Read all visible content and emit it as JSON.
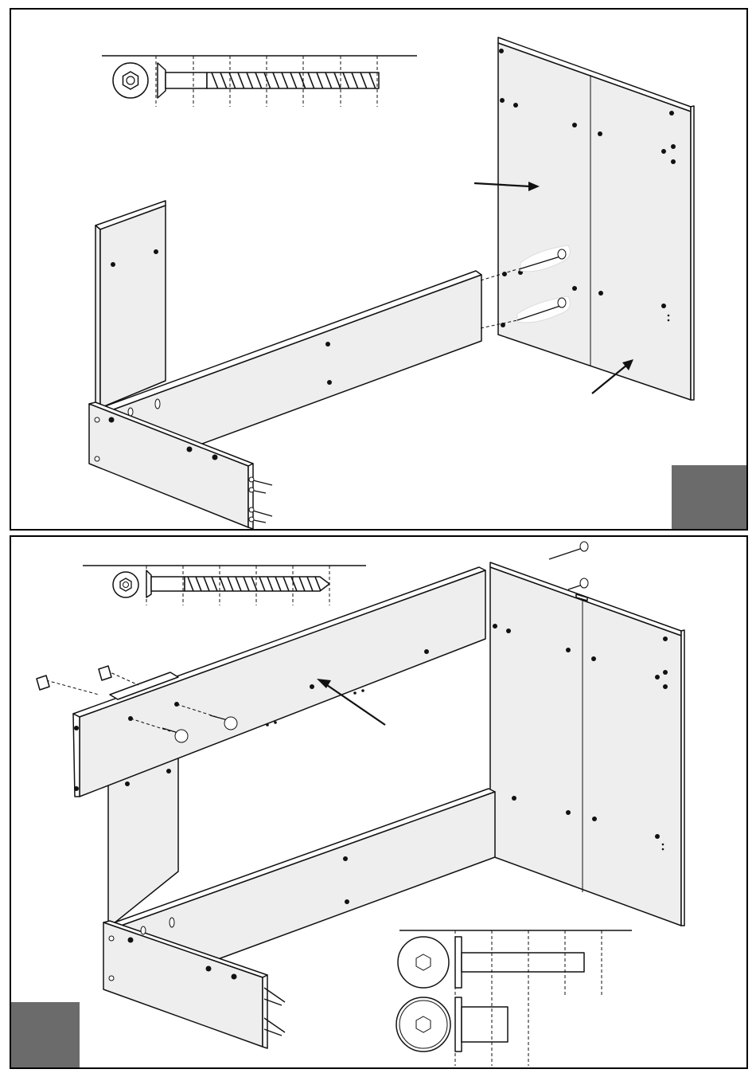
{
  "document": {
    "type": "furniture assembly instructions",
    "steps": [
      {
        "id": "top",
        "step_number_text": ""
      },
      {
        "id": "bottom",
        "step_number_text": ""
      }
    ]
  },
  "colors": {
    "step_marker": "#6b6b6b",
    "panel_fill": "#eeeeee",
    "line": "#111111",
    "background": "#ffffff"
  },
  "icons": [
    "hex-socket-icon",
    "countersunk-screw-icon",
    "cam-bolt-icon",
    "dowel-icon",
    "cam-lock-icon",
    "insert-nut-icon",
    "arrow-icon"
  ]
}
